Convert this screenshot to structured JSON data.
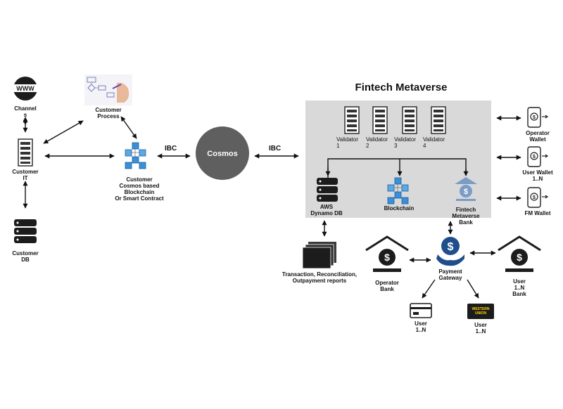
{
  "title": "Fintech Metaverse",
  "nodes": {
    "channels": "Channel\ns",
    "customer_process": "Customer\nProcess",
    "customer_it": "Customer\nIT",
    "customer_db": "Customer\nDB",
    "customer_blockchain": "Customer\nCosmos based\nBlockchain\nOr Smart Contract",
    "cosmos": "Cosmos",
    "ibc_left": "IBC",
    "ibc_right": "IBC",
    "validators": [
      "Validator\n1",
      "Validator\n2",
      "Validator\n3",
      "Validator\n4"
    ],
    "aws": "AWS\nDynamo DB",
    "blockchain": "Blockchain",
    "fm_bank": "Fintech\nMetaverse\nBank",
    "operator_wallet": "Operator\nWallet",
    "user_wallet": "User Wallet\n1..N",
    "fm_wallet": "FM Wallet",
    "reports": "Transaction,  Reconciliation,\nOutpayment  reports",
    "operator_bank": "Operator\nBank",
    "payment_gateway": "Payment\nGateway",
    "user_bank": "User\n1..N\nBank",
    "user_card": "User\n1..N",
    "user_wu": "User\n1..N",
    "wu_logo": "WESTERN UNION"
  },
  "colors": {
    "panel": "#d9d9d9",
    "cosmos": "#5f5f5f",
    "icon_dark": "#1c1c1c",
    "cube": "#3a8fd6",
    "bank_blue": "#7a9cc6",
    "gateway_blue": "#1f4e8c"
  }
}
